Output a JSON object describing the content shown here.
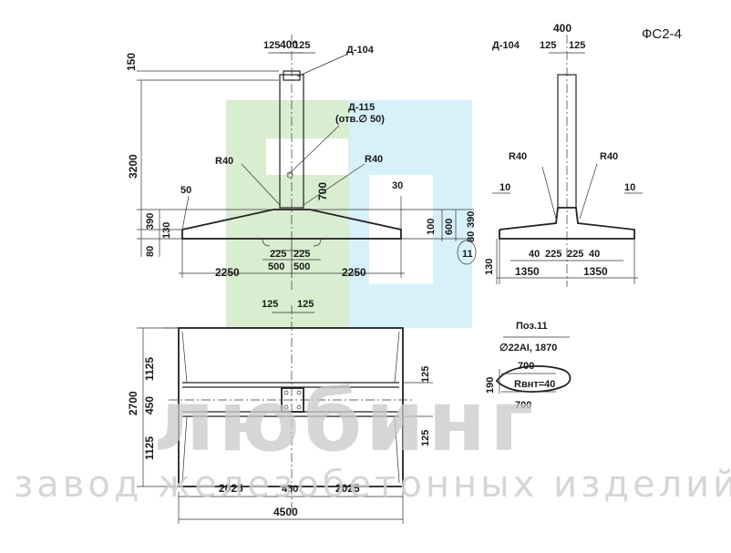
{
  "title": "ФС2-4",
  "labels": {
    "d104_left": "Д-104",
    "d104_right": "Д-104",
    "d115": "Д-115",
    "d115_note": "(отв.∅ 50)",
    "r40_1": "R40",
    "r40_2": "R40",
    "r40_3": "R40",
    "r40_4": "R40"
  },
  "front_view": {
    "dims": [
      "400",
      "125",
      "125",
      "150",
      "3200",
      "50",
      "700",
      "30",
      "390",
      "130",
      "80",
      "100",
      "600",
      "390",
      "80",
      "225",
      "225",
      "500",
      "500",
      "2250",
      "2250"
    ],
    "callout": "11"
  },
  "side_view": {
    "dims": [
      "400",
      "125",
      "125",
      "10",
      "10",
      "40",
      "225",
      "225",
      "40",
      "130",
      "1350",
      "1350"
    ]
  },
  "plan_view": {
    "dims": [
      "125",
      "125",
      "1125",
      "2700",
      "450",
      "1125",
      "125",
      "125",
      "2025",
      "450",
      "2025",
      "4500"
    ]
  },
  "rebar": {
    "pos": "Поз.11",
    "spec": "∅22AI, 1870",
    "len_top": "700",
    "len_bottom": "700",
    "height": "190",
    "radius": "Rвнт=40"
  },
  "watermark": {
    "brand": "любинг",
    "subtitle": "завод железобетонных изделий"
  },
  "colors": {
    "wm_green": "#cfe8c4",
    "wm_blue": "#cdeefa",
    "line": "#222222"
  }
}
